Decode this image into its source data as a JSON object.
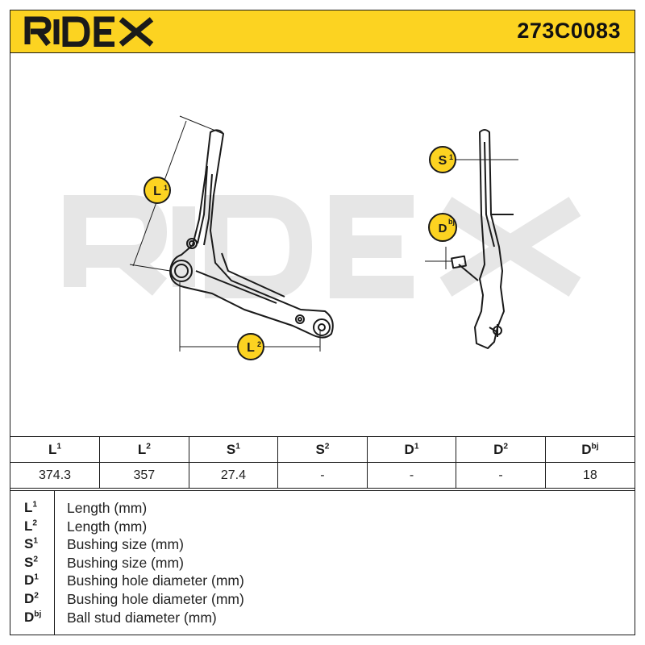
{
  "brand": {
    "name": "RIDEX",
    "accent": "#fcd321",
    "text_color": "#1a1a1a"
  },
  "part_number": "273C0083",
  "watermark": {
    "text": "RIDEX",
    "color": "#e6e6e6"
  },
  "drawing": {
    "markers": [
      {
        "id": "l1",
        "base": "L",
        "sup": "1"
      },
      {
        "id": "l2",
        "base": "L",
        "sup": "2"
      },
      {
        "id": "s1",
        "base": "S",
        "sup": "1"
      },
      {
        "id": "dbj",
        "base": "D",
        "sup": "bj"
      }
    ]
  },
  "spec_table": {
    "headers": [
      {
        "base": "L",
        "sup": "1"
      },
      {
        "base": "L",
        "sup": "2"
      },
      {
        "base": "S",
        "sup": "1"
      },
      {
        "base": "S",
        "sup": "2"
      },
      {
        "base": "D",
        "sup": "1"
      },
      {
        "base": "D",
        "sup": "2"
      },
      {
        "base": "D",
        "sup": "bj"
      }
    ],
    "values": [
      "374.3",
      "357",
      "27.4",
      "-",
      "-",
      "-",
      "18"
    ]
  },
  "legend": [
    {
      "base": "L",
      "sup": "1",
      "desc": "Length (mm)"
    },
    {
      "base": "L",
      "sup": "2",
      "desc": "Length (mm)"
    },
    {
      "base": "S",
      "sup": "1",
      "desc": "Bushing size (mm)"
    },
    {
      "base": "S",
      "sup": "2",
      "desc": "Bushing size (mm)"
    },
    {
      "base": "D",
      "sup": "1",
      "desc": "Bushing hole diameter (mm)"
    },
    {
      "base": "D",
      "sup": "2",
      "desc": "Bushing hole diameter (mm)"
    },
    {
      "base": "D",
      "sup": "bj",
      "desc": "Ball stud diameter (mm)"
    }
  ]
}
